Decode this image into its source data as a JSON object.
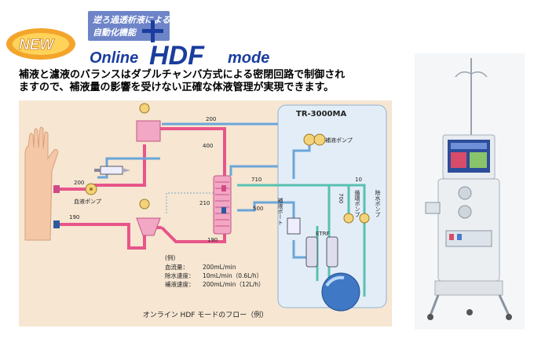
{
  "banner": {
    "new_badge": "NEW",
    "subtitle_line1": "逆ろ過透析液による",
    "subtitle_line2": "自動化機能",
    "title_online": "Online",
    "title_hdf": "HDF",
    "title_mode": "mode"
  },
  "intro_text": "補液と濾液のバランスはダブルチャンバ方式による密閉回路で制御され\nますので、補液量の影響を受けない正確な体液管理が実現できます。",
  "diagram": {
    "model": "TR-3000MA",
    "flow_labels": {
      "f200_top": "200",
      "f400": "400",
      "f200_left": "200",
      "f190_left": "190",
      "f210": "210",
      "f190_bottom": "190",
      "f710": "710",
      "f500": "500",
      "f10": "10",
      "f700": "700"
    },
    "component_labels": {
      "blood_pump": "血液ポンプ",
      "replacement_pump": "補液ポンプ",
      "replacement_port": "補液ポート",
      "circulation_pump": "循環ポンプ",
      "uf_pump": "除水ポンプ",
      "etrf": "ETRF"
    },
    "example": {
      "heading": "(例)",
      "lines": [
        {
          "key": "血流量：",
          "value": "200mL/min"
        },
        {
          "key": "除水速度：",
          "value": "10mL/min（0.6L/h）"
        },
        {
          "key": "補液速度：",
          "value": "200mL/min（12L/h）"
        }
      ]
    },
    "caption": "オンライン HDF モードのフロー（例）"
  },
  "colors": {
    "panel_bg": "#f6e6d2",
    "blood_line": "#e8558a",
    "dialysate_line": "#6aa6d8",
    "replacement_line": "#58c1b0",
    "machine_box": "#e3edf7",
    "title_blue": "#1a3d9e"
  }
}
